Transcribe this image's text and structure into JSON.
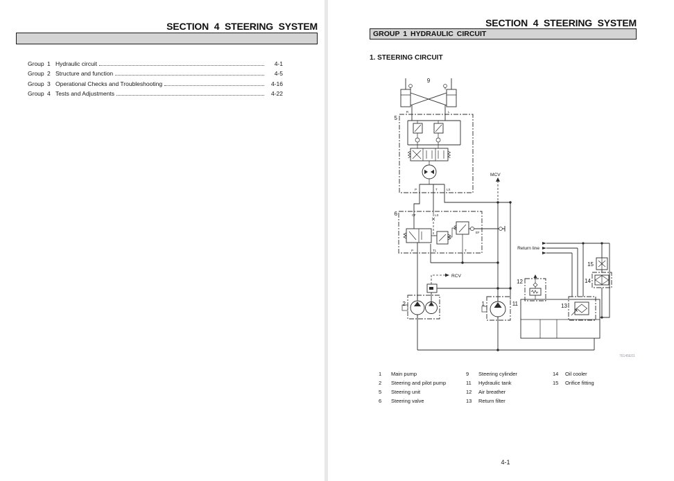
{
  "page_left": {
    "section_title": "SECTION 4 STEERING SYSTEM",
    "toc_rows": [
      {
        "group": "Group",
        "num": "1",
        "title": "Hydraulic circuit",
        "page": "4-1"
      },
      {
        "group": "Group",
        "num": "2",
        "title": "Structure and function",
        "page": "4-5"
      },
      {
        "group": "Group",
        "num": "3",
        "title": "Operational Checks and Troubleshooting",
        "page": "4-16"
      },
      {
        "group": "Group",
        "num": "4",
        "title": "Tests and Adjustments",
        "page": "4-22"
      }
    ]
  },
  "page_right": {
    "section_title": "SECTION 4 STEERING SYSTEM",
    "group_bar": "GROUP 1 HYDRAULIC CIRCUIT",
    "heading": "1. STEERING CIRCUIT",
    "figure_code": "76145E01",
    "page_number": "4-1",
    "diagram": {
      "callouts": {
        "c1": "1",
        "c2": "2",
        "c5": "5",
        "c6": "6",
        "c9": "9",
        "c11": "11",
        "c12": "12",
        "c13": "13",
        "c14": "14",
        "c15": "15"
      },
      "notes": {
        "mcv": "MCV",
        "rcv": "RCV",
        "return_line": "Return line"
      },
      "ports": {
        "unit_r": "R",
        "unit_l": "L",
        "unit_p": "P",
        "unit_t": "T",
        "unit_ls": "LS",
        "valve_cf": "CF",
        "valve_ls": "LS",
        "valve_p": "P",
        "valve_t1": "T1",
        "valve_t": "T",
        "valve_ef": "EF"
      }
    },
    "legend": {
      "col1": [
        {
          "num": "1",
          "label": "Main pump"
        },
        {
          "num": "2",
          "label": "Steering and pilot pump"
        },
        {
          "num": "5",
          "label": "Steering unit"
        },
        {
          "num": "6",
          "label": "Steering valve"
        }
      ],
      "col2": [
        {
          "num": "9",
          "label": "Steering cylinder"
        },
        {
          "num": "11",
          "label": "Hydraulic tank"
        },
        {
          "num": "12",
          "label": "Air breather"
        },
        {
          "num": "13",
          "label": "Return filter"
        }
      ],
      "col3": [
        {
          "num": "14",
          "label": "Oil cooler"
        },
        {
          "num": "15",
          "label": "Orifice fitting"
        }
      ]
    }
  }
}
